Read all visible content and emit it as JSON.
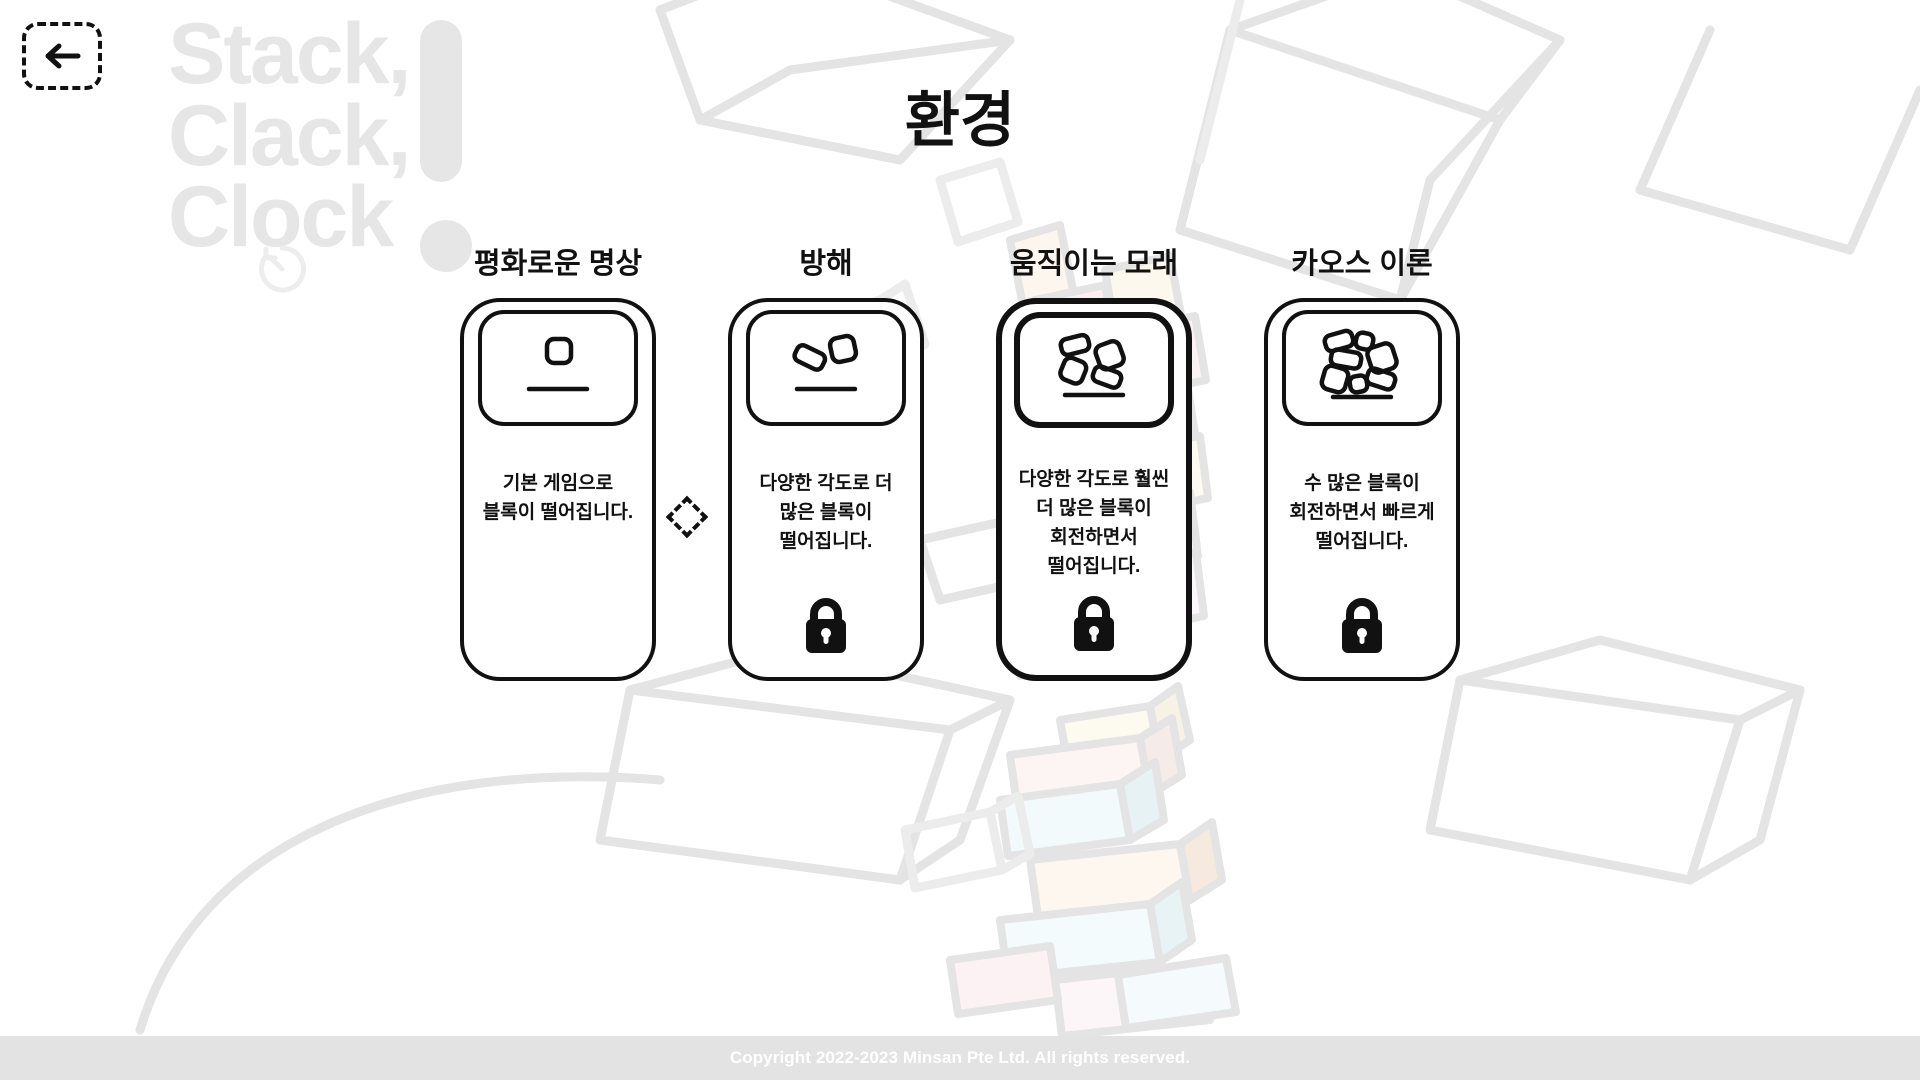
{
  "header": {
    "title": "환경",
    "back_icon": "arrow-left-icon"
  },
  "logo": {
    "line1": "Stack,",
    "line2": "Clack,",
    "line3": "Clock",
    "bang_icon": "exclamation-bar",
    "dot_icon": "exclamation-dot",
    "clock_icon": "clock-timer-icon"
  },
  "colors": {
    "ink": "#111111",
    "logo_gray": "#e6e6e6",
    "footer_bg": "#e3e3e3",
    "footer_text": "#ffffff",
    "page_bg": "#ffffff"
  },
  "cards": [
    {
      "title": "평화로운 명상",
      "description": "기본 게임으로\n블록이 떨어집니다.",
      "locked": false,
      "emphasized": false,
      "icon": "one-block-icon",
      "block_count": 1
    },
    {
      "title": "방해",
      "description": "다양한 각도로 더\n많은 블록이\n떨어집니다.",
      "locked": true,
      "emphasized": false,
      "icon": "two-blocks-icon",
      "lock_icon": "lock-icon",
      "block_count": 2
    },
    {
      "title": "움직이는 모래",
      "description": "다양한 각도로 훨씬\n더 많은 블록이\n회전하면서\n떨어집니다.",
      "locked": true,
      "emphasized": true,
      "icon": "four-blocks-icon",
      "lock_icon": "lock-icon",
      "block_count": 4
    },
    {
      "title": "카오스 이론",
      "description": "수 많은 블록이\n회전하면서 빠르게\n떨어집니다.",
      "locked": true,
      "emphasized": false,
      "icon": "many-blocks-icon",
      "lock_icon": "lock-icon",
      "block_count": 7
    }
  ],
  "separator": {
    "icon": "diamond-outline-icon"
  },
  "footer": {
    "copyright": "Copyright 2022-2023 Minsan Pte Ltd. All rights reserved."
  }
}
